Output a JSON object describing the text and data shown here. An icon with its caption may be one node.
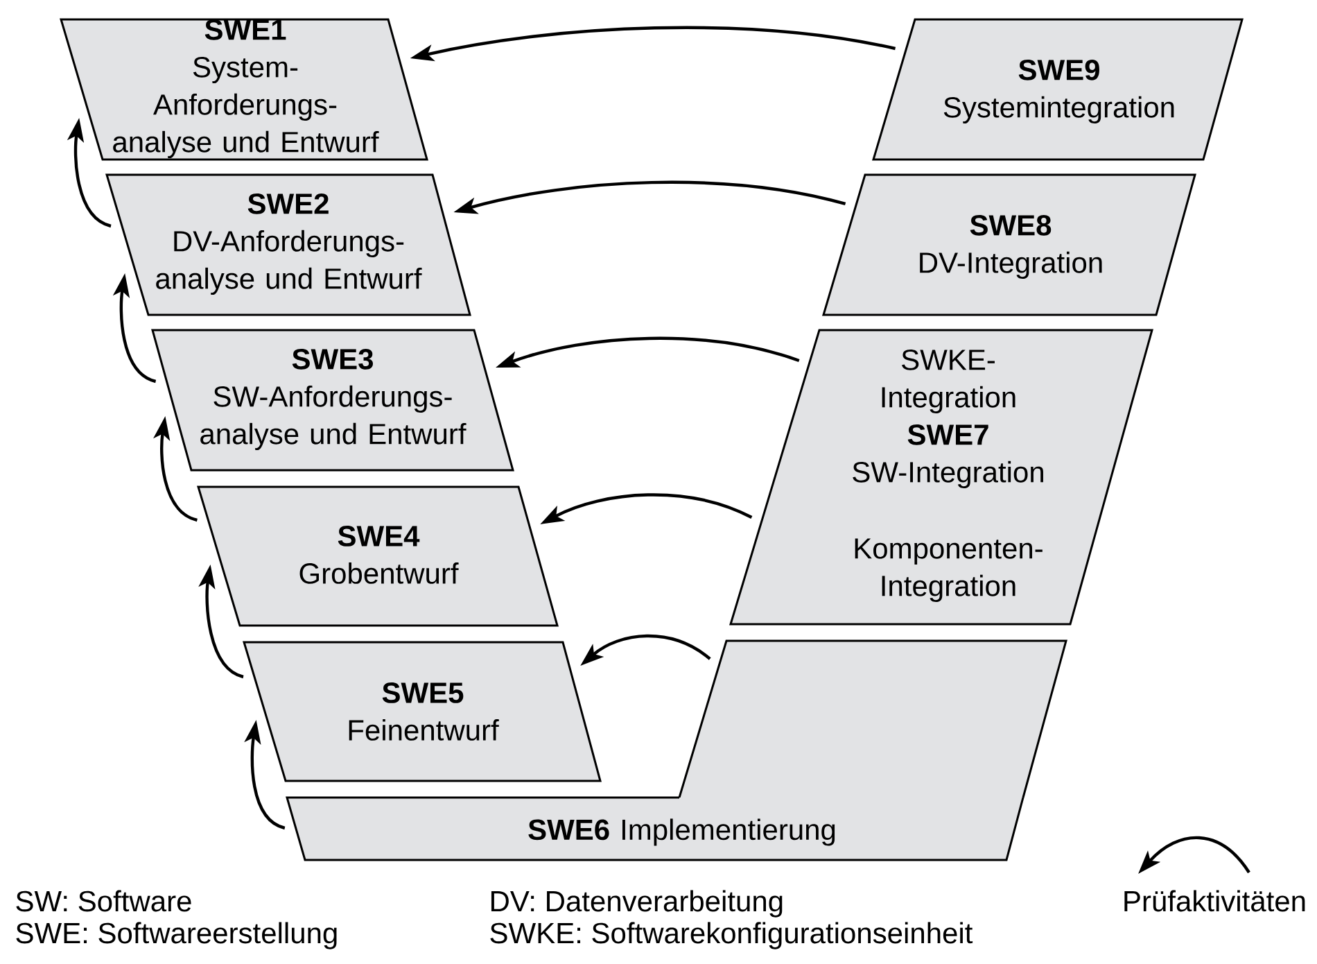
{
  "diagram": {
    "nodes": [
      {
        "text": [
          "SWE1",
          "System-Anforderungs- analyse und Entwurf"
        ]
      },
      {
        "text": [
          "SWE9",
          "Systemintegration"
        ]
      },
      {
        "text": [
          "SWE2",
          "DV-Anforderungs- analyse und Entwurf"
        ]
      },
      {
        "text": [
          "SWE8",
          "DV-Integration"
        ]
      },
      {
        "text": [
          "SWE3",
          "SW-Anforderungs- analyse und Entwurf"
        ]
      },
      {
        "text": [
          "SWKE- Integration",
          "SWE7",
          "SW-Integration",
          "Komponenten- Integration"
        ]
      },
      {
        "text": [
          "SWE4",
          "Grobentwurf"
        ]
      },
      {
        "text": [
          "SWE5",
          "Feinentwurf"
        ]
      },
      {
        "text": [],
        "shape": "box"
      },
      {
        "text": [
          "**SWE6** Implementierung"
        ]
      }
    ],
    "edges": [
      {
        "from": 1,
        "to": 0,
        "arrow": "to"
      },
      {
        "from": 3,
        "to": 2,
        "arrow": "to"
      },
      {
        "from": 5,
        "to": 4,
        "arrow": "to"
      },
      {
        "from": 5,
        "to": 6,
        "arrow": "to"
      },
      {
        "from": 8,
        "to": 7,
        "arrow": "to"
      },
      {
        "from": 2,
        "to": 0,
        "arrow": "to"
      },
      {
        "from": 4,
        "to": 2,
        "arrow": "to"
      },
      {
        "from": 6,
        "to": 4,
        "arrow": "to"
      },
      {
        "from": 7,
        "to": 6,
        "arrow": "to"
      },
      {
        "from": 9,
        "to": 7,
        "arrow": "to"
      }
    ],
    "labels": [
      "SW: Software",
      "DV: Datenverarbeitung",
      "SWE: Softwareerstellung",
      "SWKE: Softwarekonfigurationseinheit"
    ],
    "legend": [
      {
        "text": "Prüfaktivitäten"
      }
    ]
  }
}
